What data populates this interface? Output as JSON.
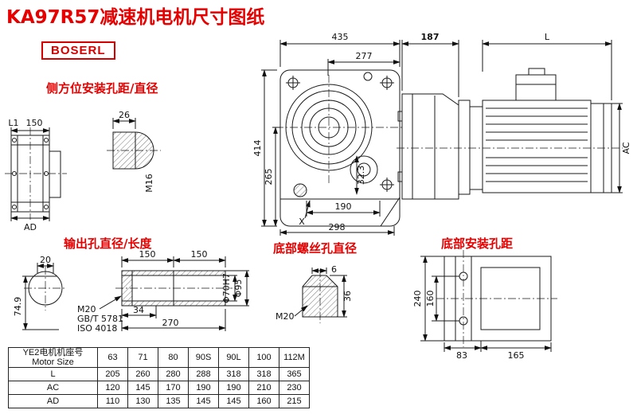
{
  "colors": {
    "accent_red": "#e60000",
    "line": "#1a1a1a"
  },
  "title": "KA97R57减速机电机尺寸图纸",
  "logo": "BOSERL",
  "annotations": {
    "side_mount_label": "侧方位安装孔距/直径",
    "output_hole_label": "输出孔直径/长度",
    "bottom_screw_label": "底部螺丝孔直径",
    "bottom_mount_label": "底部安装孔距"
  },
  "front_view": {
    "width_total": "435",
    "width_upper": "277",
    "height_total": "414",
    "height_center": "265",
    "angle": "32.3",
    "base_span": "190",
    "base_width": "298",
    "x_marker": "X"
  },
  "side_view": {
    "gearbox_width": "187",
    "motor_length": "L",
    "motor_diameter": "AC"
  },
  "flange_view": {
    "l1": "L1",
    "d150": "150",
    "ad": "AD"
  },
  "stub_view": {
    "d26": "26",
    "thread": "M16"
  },
  "output_end_view": {
    "d20": "20",
    "d749": "74.9"
  },
  "output_shaft_view": {
    "d150a": "150",
    "d150b": "150",
    "thread": "M20",
    "std1": "GB/T 5781",
    "std2": "ISO 4018",
    "d34": "34",
    "d270": "270",
    "bore": "Φ70H7",
    "od": "Φ95"
  },
  "screw_view": {
    "d6": "6",
    "d36": "36",
    "thread": "M20"
  },
  "bottom_view": {
    "h240": "240",
    "h160": "160",
    "w83": "83",
    "w165": "165"
  },
  "table": {
    "header_cn": "YE2电机机座号",
    "header_en": "Motor Size",
    "sizes": [
      "63",
      "71",
      "80",
      "90S",
      "90L",
      "100",
      "112M"
    ],
    "rows": [
      {
        "label": "L",
        "values": [
          "205",
          "260",
          "280",
          "288",
          "318",
          "318",
          "365"
        ]
      },
      {
        "label": "AC",
        "values": [
          "120",
          "145",
          "170",
          "190",
          "190",
          "210",
          "230"
        ]
      },
      {
        "label": "AD",
        "values": [
          "110",
          "130",
          "135",
          "145",
          "145",
          "160",
          "215"
        ]
      }
    ]
  }
}
